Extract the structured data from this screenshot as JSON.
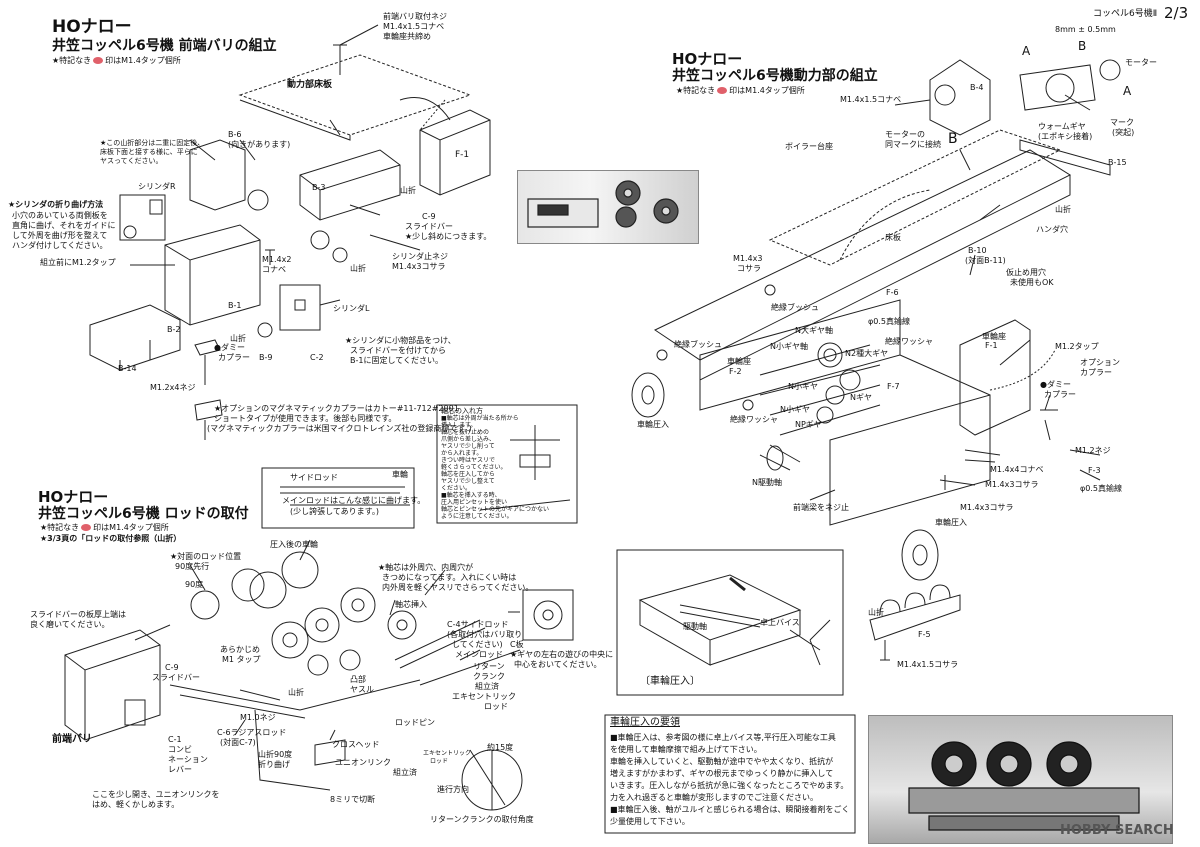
{
  "page_label": "コッペル6号機Ⅱ",
  "page_number": "2/3",
  "section_frontbeam": {
    "title_line1": "HOナロー",
    "title_line2": "井笠コッペル6号機 前端バリの組立",
    "tap_note_pre": "★特記なき",
    "tap_note_post": "印はM1.4タップ個所",
    "labels": {
      "screw_note1": "前端バリ取付ネジ",
      "screw_note2": "M1.4x1.5コナベ",
      "screw_note3": "車輪座共締め",
      "floor": "動力部床板",
      "b6": "B-6",
      "b6_sub": "(向きがあります)",
      "bend_note1": "★この山折部分は二重に固定後、",
      "bend_note2": "床板下面と接する様に、平らに",
      "bend_note3": "ヤスってください。",
      "cyl_r": "シリンダR",
      "cyl_bend_title": "★シリンダの折り曲げ方法",
      "cyl_bend1": "小穴のあいている両側板を",
      "cyl_bend2": "直角に曲げ、それをガイドに",
      "cyl_bend3": "して外周を曲げ形を整えて",
      "cyl_bend4": "ハンダ付けしてください。",
      "tap_before": "組立前にM1.2タップ",
      "b3": "B-3",
      "mountain_fold": "山折",
      "f1": "F-1",
      "c9": "C-9",
      "slide_bar": "スライドバー",
      "slide_note": "★少し斜めにつきます。",
      "m14x2": "M1.4x2",
      "konabe": "コナベ",
      "cyl_screw1": "シリンダ止ネジ",
      "cyl_screw2": "M1.4x3コサラ",
      "cyl_l": "シリンダL",
      "b1": "B-1",
      "b2": "B-2",
      "b14": "B-14",
      "dummy": "●ダミー",
      "coupler": "カプラー",
      "b9": "B-9",
      "c2": "C-2",
      "cyl_attach1": "★シリンダに小物部品をつけ、",
      "cyl_attach2": "スライドバーを付けてから",
      "cyl_attach3": "B-1に固定してください。",
      "m12x4": "M1.2x4ネジ",
      "option1": "★オプションのマグネマティックカプラーはカトー#11-712#2001",
      "option2": "ショートタイプが使用できます。後部も同様です。",
      "option3": "(マグネマティックカプラーは米国マイクロトレインズ社の登録商標です。)"
    }
  },
  "section_power": {
    "title_line1": "HOナロー",
    "title_line2": "井笠コッペル6号機動力部の組立",
    "tap_note_pre": "★特記なき",
    "tap_note_post": "印はM1.4タップ個所",
    "labels": {
      "dim": "8mm ± 0.5mm",
      "a": "A",
      "b": "B",
      "motor": "モーター",
      "b4": "B-4",
      "m14x15konabe": "M1.4x1.5コナベ",
      "worm": "ウォームギヤ",
      "worm_sub": "(エポキシ接着)",
      "mark": "マーク",
      "mark_sub": "(突起)",
      "motor_mark1": "モーターの",
      "motor_mark2": "同マークに接続",
      "boiler_seat": "ボイラー台座",
      "b15": "B-15",
      "floor": "床板",
      "mountain_fold": "山折",
      "solder_hole": "ハンダ穴",
      "b10": "B-10",
      "b10_sub": "(対面B-11)",
      "temp_hole1": "仮止め用穴",
      "temp_hole2": "未使用もOK",
      "m14x3": "M1.4x3",
      "kosara": "コサラ",
      "bush": "絶縁ブッシュ",
      "f6": "F-6",
      "brass_wire": "φ0.5真鍮線",
      "wheel_seat": "車輪座",
      "m12tap": "M1.2タップ",
      "n_big": "N大ギヤ軸",
      "n_small": "N小ギヤ軸",
      "washer": "絶縁ワッシャ",
      "n2": "N2種大ギヤ",
      "f1": "F-1",
      "f2": "F-2",
      "option_coupler1": "オプション",
      "option_coupler2": "カプラー",
      "n_small_gear": "N小ギヤ",
      "n_gear": "Nギヤ",
      "f7": "F-7",
      "dummy": "●ダミー",
      "coupler": "カプラー",
      "wheel_press": "車輪圧入",
      "n_sm_gear2": "N小ギヤ",
      "np_gear": "NPギヤ",
      "m12screw": "M1.2ネジ",
      "f3": "F-3",
      "m14x4": "M1.4x4コナベ",
      "n_drive": "N駆動軸",
      "m14x3kosara": "M1.4x3コサラ",
      "front_beam": "前端梁をネジ止",
      "f5": "F-5",
      "m14x15kosara": "M1.4x1.5コサラ"
    }
  },
  "section_rod": {
    "title_line1": "HOナロー",
    "title_line2": "井笠コッペル6号機 ロッドの取付",
    "tap_note_pre": "★特記なき",
    "tap_note_post": "印はM1.4タップ個所",
    "ref_note": "★3/3頁の「ロッドの取付参照（山折）",
    "labels": {
      "side_rod": "サイドロッド",
      "main_rod_note1": "メインロッドはこんな感じに曲げます。",
      "main_rod_note2": "(少し誇張してあります。)",
      "wheel_label": "車輪",
      "after_press": "圧入後の車輪",
      "rod_pos1": "★対面のロッド位置",
      "rod_pos2": "90度先行",
      "deg90": "90度",
      "slide_bar_note1": "スライドバーの板厚上端は",
      "slide_bar_note2": "良く磨いてください。",
      "c9": "C-9",
      "c9_sub": "スライドバー",
      "pre_tap1": "あらかじめ",
      "pre_tap2": "M1 タップ",
      "shaft_note1": "★軸芯は外周穴、内周穴が",
      "shaft_note2": "きつめになってます。入れにくい時は",
      "shaft_note3": "内外周を軽くヤスリでさらってください。",
      "shaft_insert": "軸芯挿入",
      "c4": "C-4サイドロッド",
      "c4_sub": "(各取付穴はバリ取り",
      "c4_sub2": "してください)",
      "main_rod": "メインロッド",
      "c_plate": "C板",
      "return_link1": "リターン",
      "return_link2": "クランク",
      "assembled": "組立済",
      "eccentric1": "エキセントリック",
      "eccentric2": "ロッド",
      "gear_note1": "★ギヤの左右の遊びの中央に",
      "gear_note2": "中心をおいてください。",
      "convex": "凸部",
      "file": "ヤスル",
      "mountain": "山折",
      "m1screw": "M1.0ネジ",
      "c6": "C-6ラジアスロッド",
      "c6_sub": "(対面C-7)",
      "fold90_1": "山折90度",
      "fold90_2": "折り曲げ",
      "rod_pin": "ロッドピン",
      "front_beam": "前端バリ",
      "c1_1": "C-1",
      "c1_2": "コンビ",
      "c1_3": "ネーション",
      "c1_4": "レバー",
      "cross_head": "クロスヘッド",
      "union_link": "ユニオンリンク",
      "assembled2": "組立済",
      "cut8": "8ミリで切断",
      "bend_note1": "ここを少し開き、ユニオンリンクを",
      "bend_note2": "はめ、軽くかしめます。",
      "approx15": "約15度",
      "ecc_rod": "エキセントリック",
      "ecc_rod2": "ロッド",
      "direction": "進行方向",
      "return_angle": "リターンクランクの取付角度"
    }
  },
  "shaft_box": {
    "title": "軸芯の入れ方",
    "lines": [
      "■軸芯は外周が当たる所から",
      "挿入します。",
      "軸芯を抜け止めの",
      "爪側から差し込み、",
      "ヤスリで少し削って",
      "から入れます。",
      "きつい時はヤスリで",
      "軽くさらってください。",
      "軸芯を圧入してから",
      "ヤスリで少し整えて",
      "ください。",
      "■軸芯を挿入する時、",
      "圧入用ピンセットを使い",
      "軸芯とピンセットの先がギアにつかない",
      "ように注意してください。"
    ]
  },
  "press_box": {
    "caption": "〔車輪圧入〕",
    "drive_shaft": "駆動軸",
    "vise": "卓上バイス"
  },
  "press_guide": {
    "title": "車輪圧入の要領",
    "lines": [
      "■車輪圧入は、参考図の様に卓上バイス等,平行圧入可能な工具",
      "を使用して車輪摩擦で組み上げて下さい。",
      "車輪を挿入していくと、駆動軸が途中でやや太くなり、抵抗が",
      "増えますがかまわず、ギヤの根元までゆっくり静かに挿入して",
      "いきます。圧入しながら抵抗が急に強くなったところでやめます。",
      "力を入れ過ぎると車輪が変形しますのでご注意ください。",
      "■車輪圧入後、軸がユルイと感じられる場合は、瞬間接着剤をごく",
      "少量使用して下さい。"
    ]
  },
  "watermark": "HOBBY SEARCH",
  "colors": {
    "tap_dot": "#e0606a",
    "line": "#222222"
  }
}
